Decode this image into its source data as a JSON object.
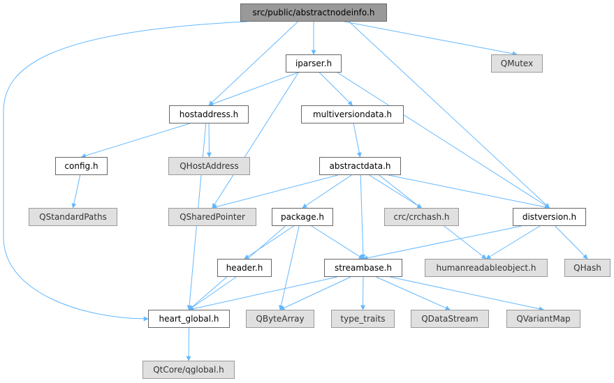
{
  "colors": {
    "edge": "#63b8ff",
    "root_fill": "#999999",
    "local_fill": "#ffffff",
    "external_fill": "#e0e0e0"
  },
  "nodes": {
    "root": {
      "label": "src/public/abstractnodeinfo.h",
      "kind": "root"
    },
    "iparser": {
      "label": "iparser.h",
      "kind": "local"
    },
    "qmutex": {
      "label": "QMutex",
      "kind": "external"
    },
    "hostaddress": {
      "label": "hostaddress.h",
      "kind": "local"
    },
    "multiversiondata": {
      "label": "multiversiondata.h",
      "kind": "local"
    },
    "config": {
      "label": "config.h",
      "kind": "local"
    },
    "qhostaddress": {
      "label": "QHostAddress",
      "kind": "external"
    },
    "abstractdata": {
      "label": "abstractdata.h",
      "kind": "local"
    },
    "qstandardpaths": {
      "label": "QStandardPaths",
      "kind": "external"
    },
    "qsharedpointer": {
      "label": "QSharedPointer",
      "kind": "external"
    },
    "package": {
      "label": "package.h",
      "kind": "local"
    },
    "crchash": {
      "label": "crc/crchash.h",
      "kind": "external"
    },
    "distversion": {
      "label": "distversion.h",
      "kind": "local"
    },
    "header": {
      "label": "header.h",
      "kind": "local"
    },
    "streambase": {
      "label": "streambase.h",
      "kind": "local"
    },
    "humanreadable": {
      "label": "humanreadableobject.h",
      "kind": "external"
    },
    "qhash": {
      "label": "QHash",
      "kind": "external"
    },
    "heartglobal": {
      "label": "heart_global.h",
      "kind": "local"
    },
    "qbytearray": {
      "label": "QByteArray",
      "kind": "external"
    },
    "typetraits": {
      "label": "type_traits",
      "kind": "external"
    },
    "qdatastream": {
      "label": "QDataStream",
      "kind": "external"
    },
    "qvariantmap": {
      "label": "QVariantMap",
      "kind": "external"
    },
    "qglobal": {
      "label": "QtCore/qglobal.h",
      "kind": "external"
    }
  },
  "edges": [
    [
      "root",
      "heartglobal"
    ],
    [
      "root",
      "hostaddress"
    ],
    [
      "root",
      "iparser"
    ],
    [
      "root",
      "distversion"
    ],
    [
      "root",
      "qmutex"
    ],
    [
      "iparser",
      "hostaddress"
    ],
    [
      "iparser",
      "qsharedpointer"
    ],
    [
      "iparser",
      "multiversiondata"
    ],
    [
      "iparser",
      "distversion"
    ],
    [
      "hostaddress",
      "config"
    ],
    [
      "hostaddress",
      "qhostaddress"
    ],
    [
      "hostaddress",
      "heartglobal"
    ],
    [
      "config",
      "qstandardpaths"
    ],
    [
      "multiversiondata",
      "abstractdata"
    ],
    [
      "abstractdata",
      "qsharedpointer"
    ],
    [
      "abstractdata",
      "package"
    ],
    [
      "abstractdata",
      "streambase"
    ],
    [
      "abstractdata",
      "crchash"
    ],
    [
      "abstractdata",
      "humanreadable"
    ],
    [
      "abstractdata",
      "distversion"
    ],
    [
      "distversion",
      "streambase"
    ],
    [
      "distversion",
      "humanreadable"
    ],
    [
      "distversion",
      "qhash"
    ],
    [
      "package",
      "heartglobal"
    ],
    [
      "package",
      "header"
    ],
    [
      "package",
      "qbytearray"
    ],
    [
      "package",
      "streambase"
    ],
    [
      "header",
      "heartglobal"
    ],
    [
      "streambase",
      "heartglobal"
    ],
    [
      "streambase",
      "qbytearray"
    ],
    [
      "streambase",
      "typetraits"
    ],
    [
      "streambase",
      "qdatastream"
    ],
    [
      "streambase",
      "qvariantmap"
    ],
    [
      "heartglobal",
      "qglobal"
    ]
  ]
}
